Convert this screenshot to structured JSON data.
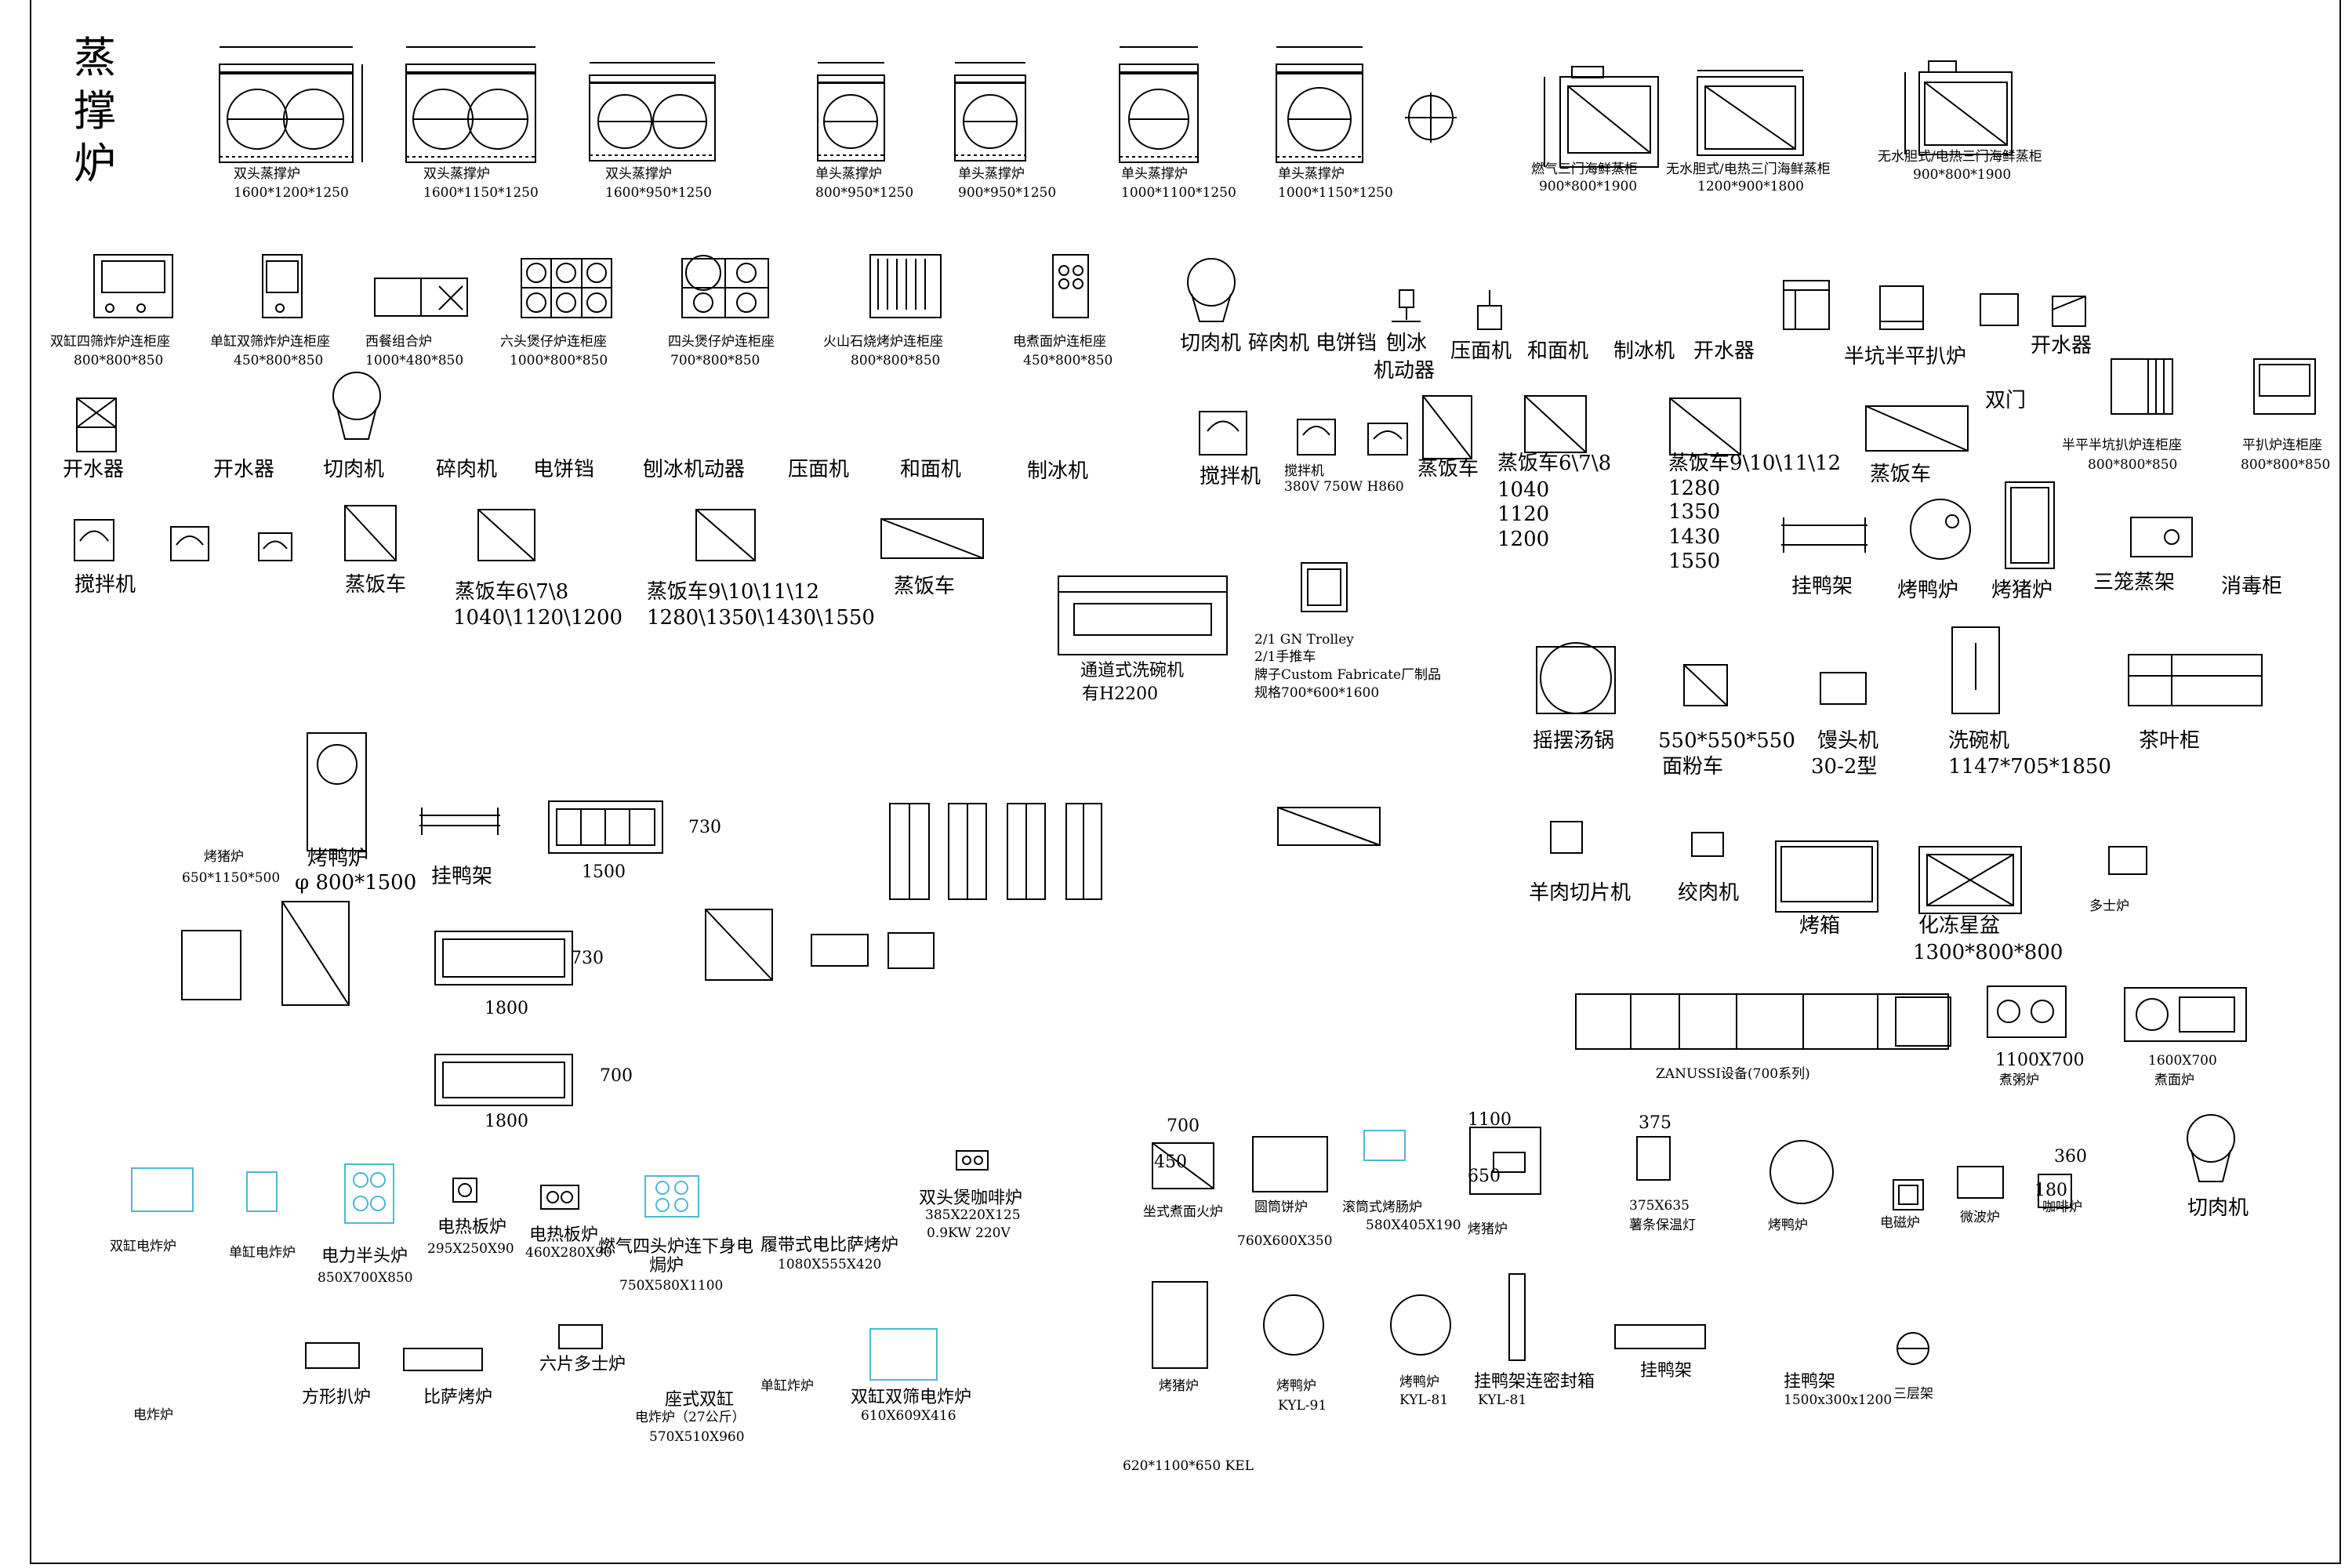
{
  "sheet": {
    "title_lines": [
      "蒸",
      "撑",
      "炉"
    ],
    "colors": {
      "line": "#000000",
      "accent_cyan": "#4db8d4",
      "background": "#ffffff"
    }
  },
  "labels": [
    "双头蒸撑炉",
    "1600*1200*1250",
    "双头蒸撑炉",
    "1600*1150*1250",
    "双头蒸撑炉",
    "1600*950*1250",
    "单头蒸撑炉",
    "800*950*1250",
    "单头蒸撑炉",
    "900*950*1250",
    "单头蒸撑炉",
    "1000*1100*1250",
    "单头蒸撑炉",
    "1000*1150*1250",
    "燃气三门海鲜蒸柜",
    "900*800*1900",
    "无水胆式/电热三门海鲜蒸柜",
    "1200*900*1800",
    "无水胆式/电热三门海鲜蒸柜",
    "900*800*1900",
    "双缸四筛炸炉连柜座",
    "800*800*850",
    "单缸双筛炸炉连柜座",
    "450*800*850",
    "西餐组合炉",
    "1000*480*850",
    "六头煲仔炉连柜座",
    "1000*800*850",
    "四头煲仔炉连柜座",
    "700*800*850",
    "火山石烧烤炉连柜座",
    "800*800*850",
    "电煮面炉连柜座",
    "450*800*850",
    "切肉机",
    "碎肉机",
    "电饼铛",
    "刨冰",
    "机动器",
    "压面机",
    "和面机",
    "制冰机",
    "开水器",
    "半坑半平扒炉",
    "开水器",
    "双门",
    "半平半坑扒炉连柜座",
    "800*800*850",
    "平扒炉连柜座",
    "800*800*850",
    "开水器",
    "开水器",
    "切肉机",
    "碎肉机",
    "电饼铛",
    "刨冰机动器",
    "压面机",
    "和面机",
    "制冰机",
    "搅拌机",
    "搅拌机",
    "380V  750W  H860",
    "蒸饭车",
    "蒸饭车6\\7\\8",
    "1040",
    "1120",
    "1200",
    "蒸饭车9\\10\\11\\12",
    "1280",
    "1350",
    "1430",
    "1550",
    "蒸饭车",
    "搅拌机",
    "蒸饭车",
    "蒸饭车6\\7\\8",
    "1040\\1120\\1200",
    "蒸饭车9\\10\\11\\12",
    "1280\\1350\\1430\\1550",
    "蒸饭车",
    "挂鸭架",
    "烤鸭炉",
    "烤猪炉",
    "三笼蒸架",
    "消毒柜",
    "通道式洗碗机",
    "有H2200",
    "2/1 GN Trolley",
    "2/1手推车",
    "牌子Custom Fabricate厂制品",
    "规格700*600*1600",
    "摇摆汤锅",
    "550*550*550",
    "面粉车",
    "馒头机",
    "30-2型",
    "洗碗机",
    "1147*705*1850",
    "茶叶柜",
    "烤猪炉",
    "650*1150*500",
    "烤鸭炉",
    "φ 800*1500",
    "挂鸭架",
    "1500",
    "730",
    "1800",
    "730",
    "1800",
    "700",
    "羊肉切片机",
    "绞肉机",
    "烤箱",
    "化冻星盆",
    "1300*800*800",
    "多士炉",
    "ZANUSSI设备(700系列)",
    "1100X700",
    "煮粥炉",
    "1600X700",
    "煮面炉",
    "700",
    "450",
    "坐式煮面火炉",
    "圆筒饼炉",
    "760X600X350",
    "滚筒式烤肠炉",
    "580X405X190",
    "1100",
    "650",
    "烤猪炉",
    "375",
    "375X635",
    "薯条保温灯",
    "烤鸭炉",
    "电磁炉",
    "微波炉",
    "360",
    "180",
    "咖啡炉",
    "切肉机",
    "双缸电炸炉",
    "单缸电炸炉",
    "电力半头炉",
    "850X700X850",
    "电热板炉",
    "295X250X90",
    "电热板炉",
    "460X280X90",
    "燃气四头炉连下身电",
    "焗炉",
    "750X580X1100",
    "履带式电比萨烤炉",
    "1080X555X420",
    "双头煲咖啡炉",
    "385X220X125",
    "0.9KW 220V",
    "烤猪炉",
    "烤鸭炉",
    "KYL-91",
    "烤鸭炉",
    "KYL-81",
    "挂鸭架连密封箱",
    "KYL-81",
    "挂鸭架",
    "挂鸭架",
    "1500x300x1200",
    "三层架",
    "六片多士炉",
    "电炸炉",
    "方形扒炉",
    "比萨烤炉",
    "座式双缸",
    "电炸炉（27公斤）",
    "570X510X960",
    "单缸炸炉",
    "双缸双筛电炸炉",
    "610X609X416",
    "620*1100*650 KEL"
  ]
}
